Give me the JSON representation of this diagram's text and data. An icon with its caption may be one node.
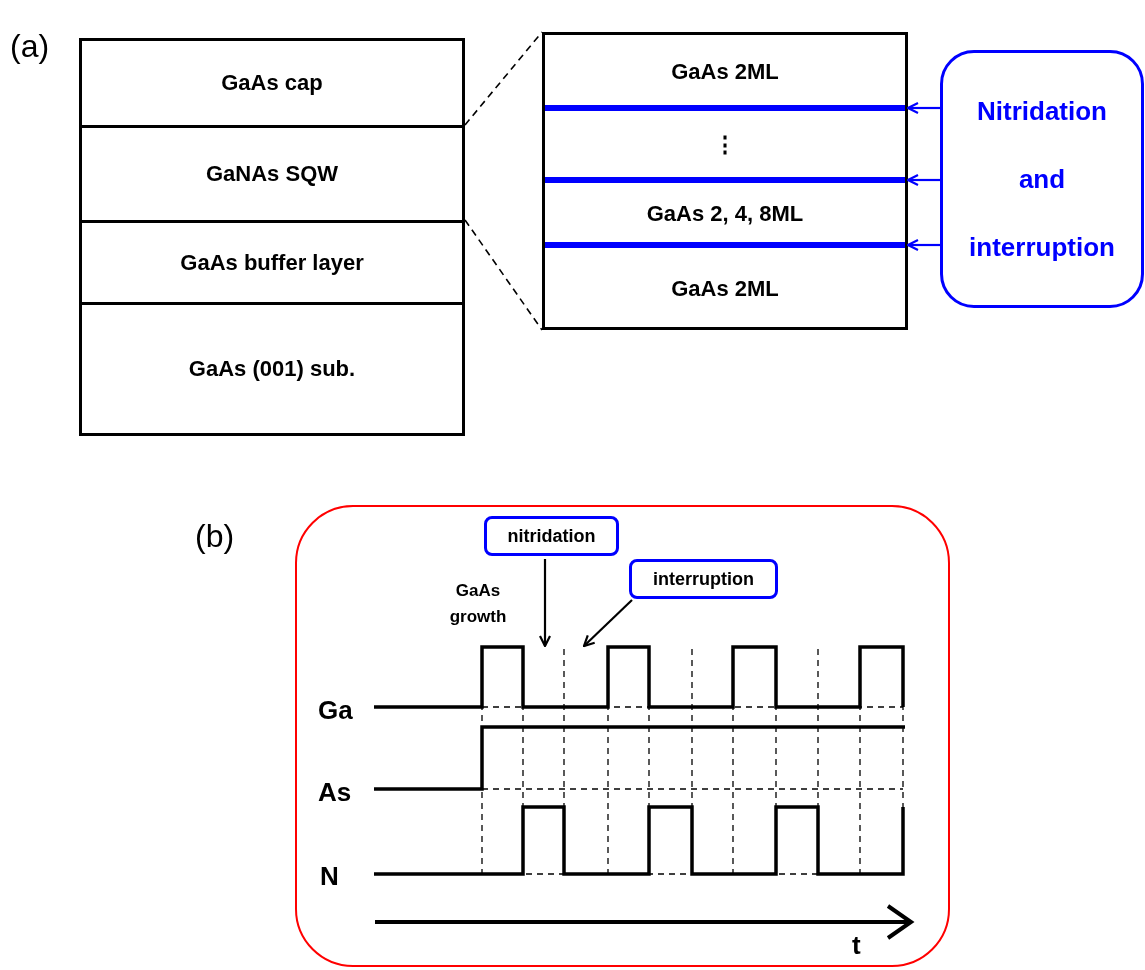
{
  "diagram": {
    "nodes": [
      {
        "text": [
          "GaAs cap"
        ]
      },
      {
        "text": [
          "GaNAs SQW"
        ]
      },
      {
        "text": [
          "GaAs buffer layer"
        ]
      },
      {
        "text": [
          "GaAs (001) sub."
        ]
      },
      {
        "text": [],
        "shape": "box"
      },
      {
        "text": [
          "GaAs 2ML"
        ],
        "in": 4
      },
      {
        "text": [],
        "shape": "bar",
        "in": 4
      },
      {
        "text": [
          "⋮"
        ],
        "in": 4
      },
      {
        "text": [],
        "shape": "bar",
        "in": 4
      },
      {
        "text": [
          "GaAs 2, 4, 8ML"
        ],
        "in": 4
      },
      {
        "text": [],
        "shape": "bar",
        "in": 4
      },
      {
        "text": [
          "GaAs 2ML"
        ],
        "in": 4
      },
      {
        "text": [
          "Nitridation and interruption"
        ]
      },
      {
        "text": [],
        "shape": "box"
      },
      {
        "text": [
          "nitridation"
        ],
        "in": 13
      },
      {
        "text": [
          "interruption"
        ],
        "in": 13
      },
      {
        "text": [],
        "shape": "picture",
        "in": 13
      }
    ],
    "edges": [
      {
        "from": 1,
        "to": 4,
        "arrow": "none",
        "style": "dashed"
      },
      {
        "from": 1,
        "to": 4,
        "arrow": "none",
        "style": "dashed"
      },
      {
        "from": 12,
        "to": 6,
        "arrow": "to",
        "color": "#0000ff"
      },
      {
        "from": 12,
        "to": 8,
        "arrow": "to",
        "color": "#0000ff"
      },
      {
        "from": 12,
        "to": 10,
        "arrow": "to",
        "color": "#0000ff"
      },
      {
        "from": 14,
        "to": 16,
        "arrow": "to"
      },
      {
        "from": 15,
        "to": 16,
        "arrow": "to"
      }
    ],
    "labels": [
      "(a)",
      "(b)",
      "GaAs growth",
      "Ga",
      "As",
      "N",
      "t"
    ]
  }
}
